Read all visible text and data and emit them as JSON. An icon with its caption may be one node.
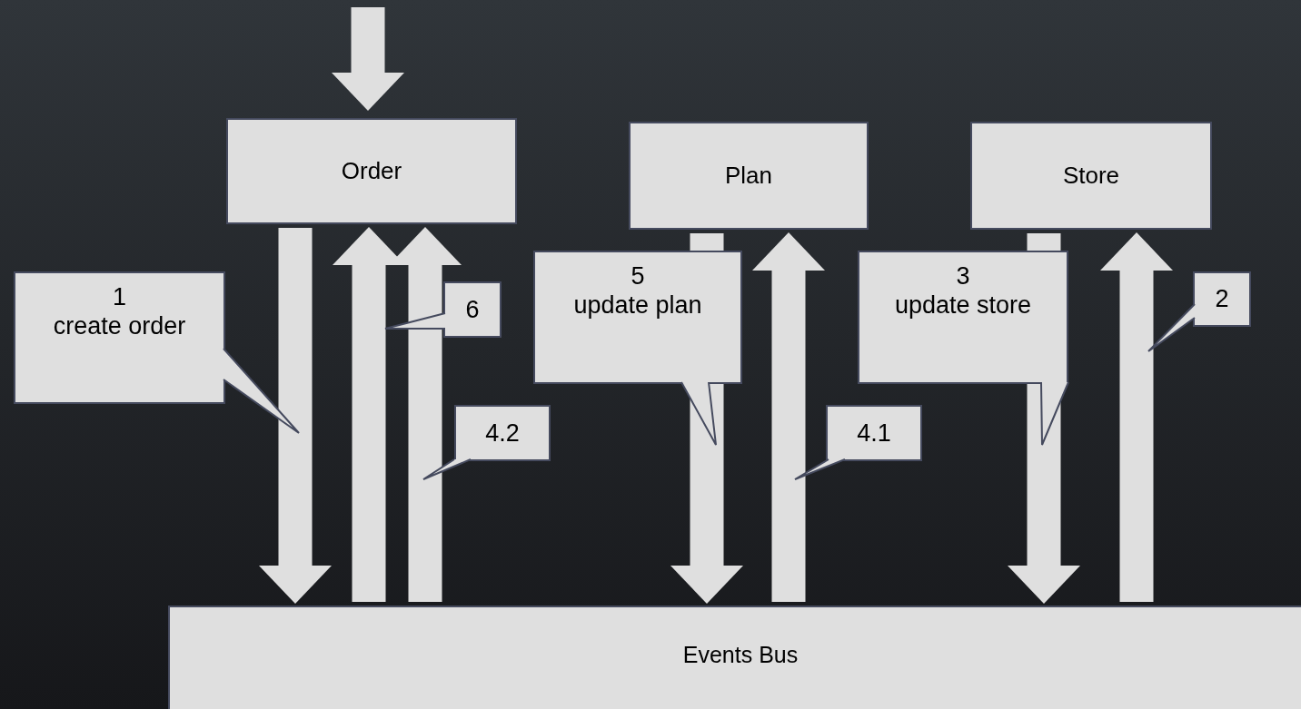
{
  "diagram": {
    "nodes": [
      {
        "text": [
          "Order"
        ]
      },
      {
        "text": [
          "Plan"
        ]
      },
      {
        "text": [
          "Store"
        ]
      },
      {
        "text": [
          "Events Bus"
        ]
      }
    ],
    "edges": [
      {
        "from": null,
        "to": 0,
        "arrow": "to"
      },
      {
        "from": 0,
        "to": 3,
        "arrow": "to",
        "label": "1 create order"
      },
      {
        "from": 3,
        "to": 0,
        "arrow": "to",
        "label": "6"
      },
      {
        "from": 3,
        "to": 0,
        "arrow": "to",
        "label": "4.2"
      },
      {
        "from": 1,
        "to": 3,
        "arrow": "to",
        "label": "5 update plan"
      },
      {
        "from": 3,
        "to": 1,
        "arrow": "to",
        "label": "4.1"
      },
      {
        "from": 2,
        "to": 3,
        "arrow": "to",
        "label": "3 update store"
      },
      {
        "from": 3,
        "to": 2,
        "arrow": "to",
        "label": "2"
      }
    ]
  }
}
